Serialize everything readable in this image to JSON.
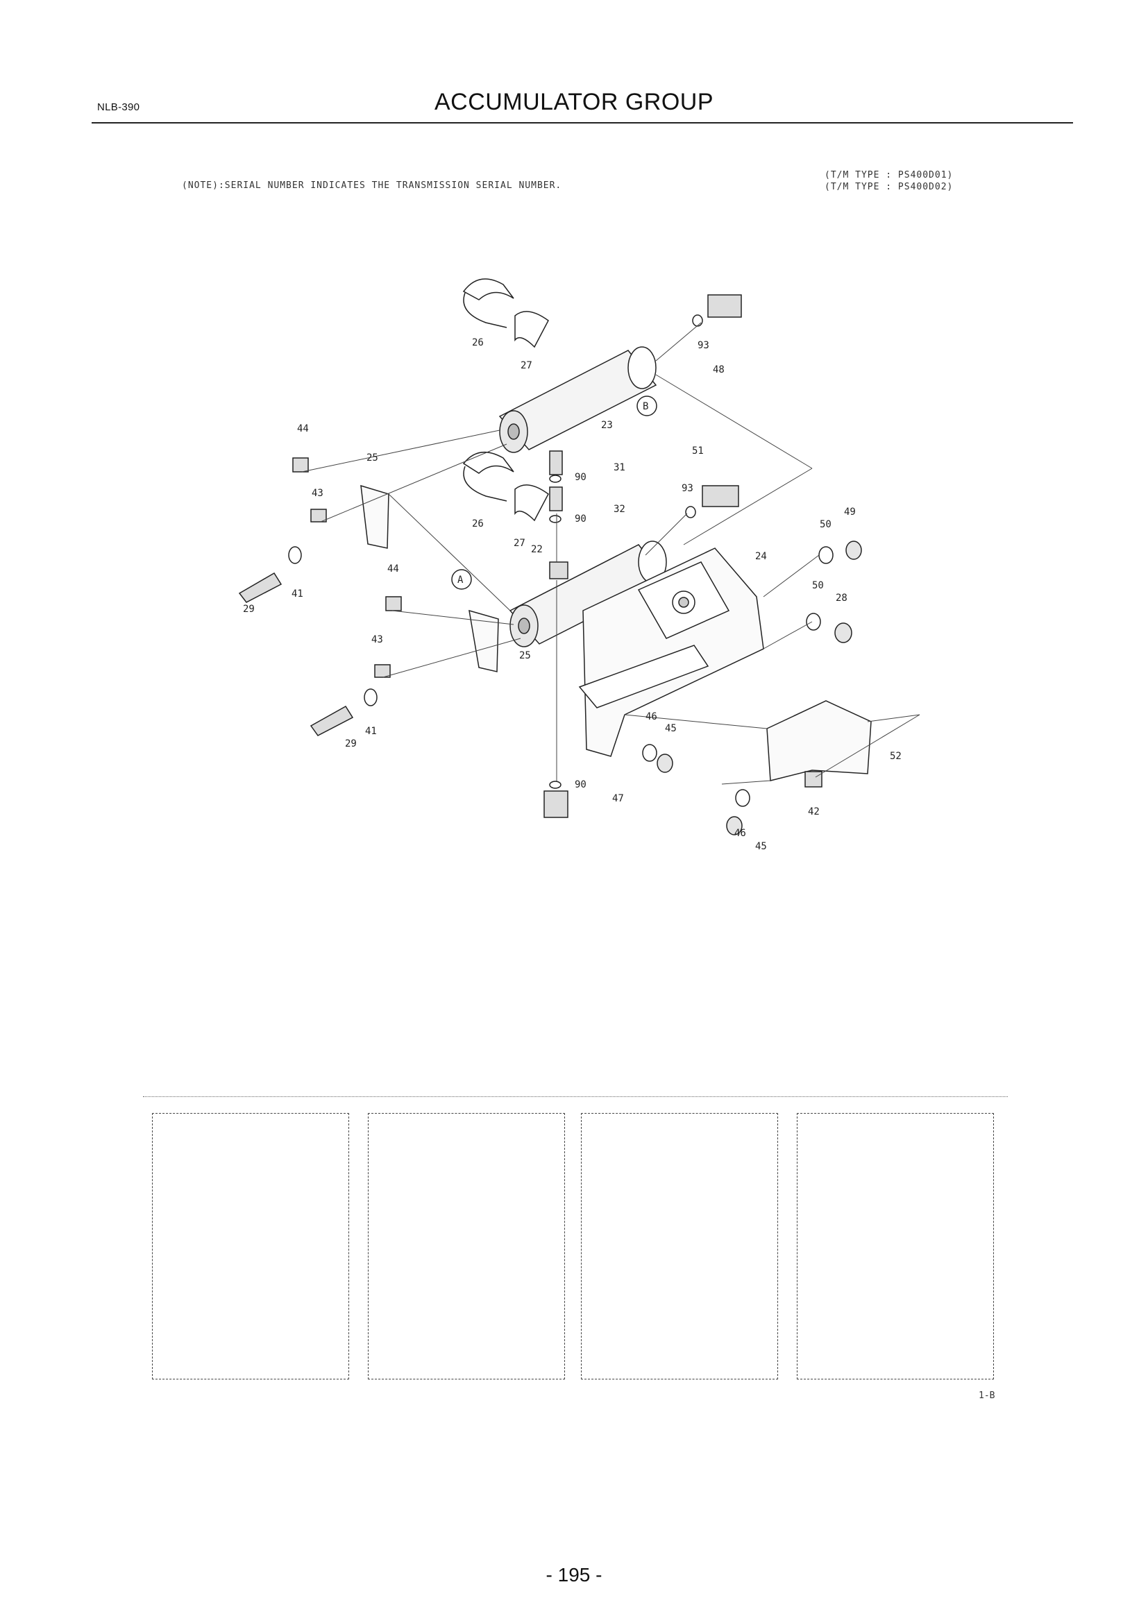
{
  "header": {
    "doc_code": "NLB-390",
    "title": "ACCUMULATOR GROUP"
  },
  "note": "(NOTE):SERIAL NUMBER INDICATES THE TRANSMISSION SERIAL NUMBER.",
  "tm_types": [
    "(T/M TYPE : PS400D01)",
    "(T/M TYPE : PS400D02)"
  ],
  "callouts": {
    "c26a": "26",
    "c27a": "27",
    "c93a": "93",
    "c48": "48",
    "c23": "23",
    "cB": "B",
    "c44a": "44",
    "c25a": "25",
    "c31": "31",
    "c90a": "90",
    "c51": "51",
    "c93b": "93",
    "c43a": "43",
    "c26b": "26",
    "c32": "32",
    "c90b": "90",
    "c27b": "27",
    "c22": "22",
    "c24": "24",
    "c49": "49",
    "c50a": "50",
    "c41a": "41",
    "c29a": "29",
    "c44b": "44",
    "cA": "A",
    "c50b": "50",
    "c28": "28",
    "c43b": "43",
    "c25b": "25",
    "c41b": "41",
    "c29b": "29",
    "c46a": "46",
    "c45a": "45",
    "c52": "52",
    "c90c": "90",
    "c47": "47",
    "c42": "42",
    "c46b": "46",
    "c45b": "45"
  },
  "serial_boxes": [
    "",
    "",
    "",
    ""
  ],
  "figure_code": "1-B",
  "page_number": "- 195 -"
}
